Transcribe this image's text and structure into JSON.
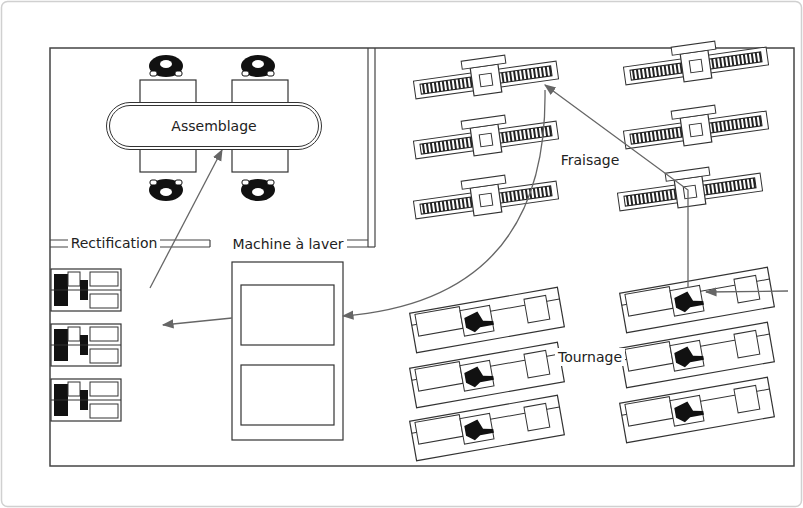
{
  "diagram": {
    "nodes": [
      {
        "text": [
          "Assemblage"
        ]
      },
      {
        "text": [
          "Rectification"
        ]
      },
      {
        "text": [
          "Machine à laver"
        ]
      },
      {
        "text": [
          "Fraisage"
        ]
      },
      {
        "text": [
          "Tournage"
        ]
      }
    ],
    "edges": [
      {
        "from": 4,
        "to": 3,
        "arrow": "to"
      },
      {
        "from": 3,
        "to": 2,
        "arrow": "to"
      },
      {
        "from": 2,
        "to": 1,
        "arrow": "to"
      },
      {
        "from": 1,
        "to": 0,
        "arrow": "to"
      }
    ]
  }
}
